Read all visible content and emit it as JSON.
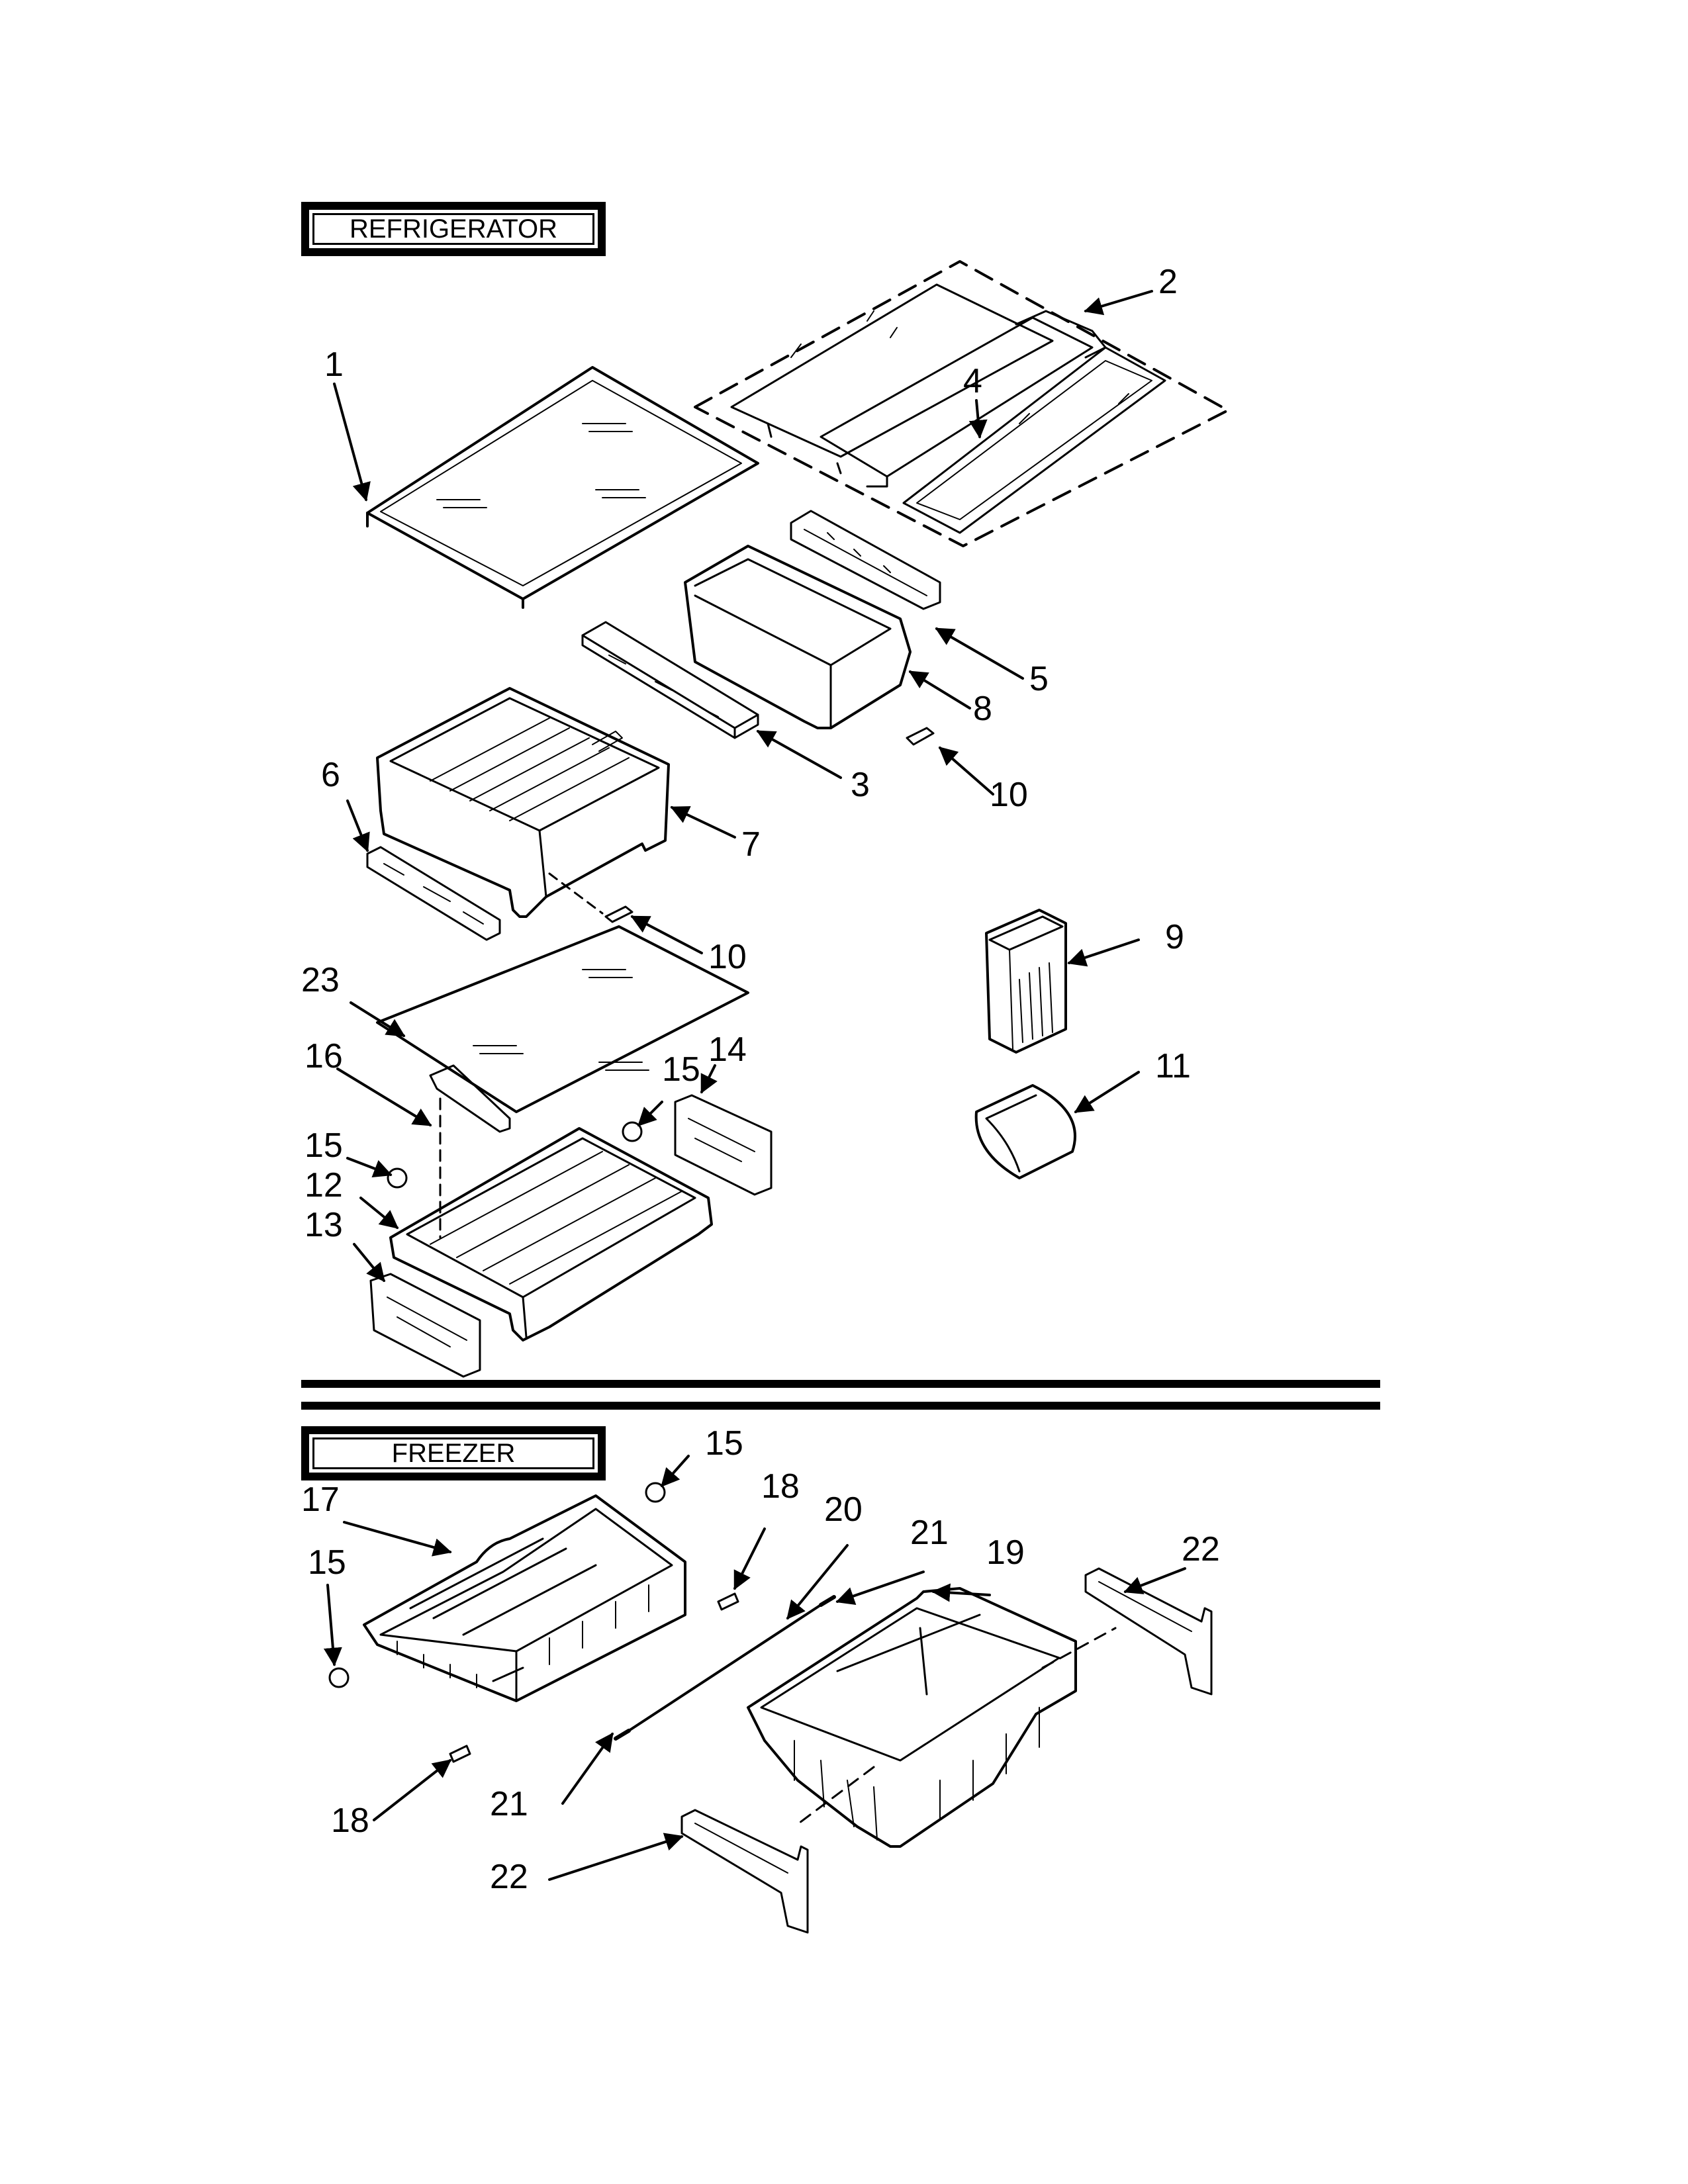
{
  "sections": {
    "refrigerator": "REFRIGERATOR",
    "freezer": "FREEZER"
  },
  "callouts": {
    "c1": "1",
    "c2": "2",
    "c3": "3",
    "c4": "4",
    "c5": "5",
    "c6": "6",
    "c7": "7",
    "c8": "8",
    "c9": "9",
    "c10a": "10",
    "c10b": "10",
    "c11": "11",
    "c12": "12",
    "c13": "13",
    "c14": "14",
    "c15a": "15",
    "c15b": "15",
    "c16": "16",
    "c23": "23",
    "f15a": "15",
    "f15b": "15",
    "f17": "17",
    "f18a": "18",
    "f18b": "18",
    "f19": "19",
    "f20": "20",
    "f21a": "21",
    "f21b": "21",
    "f22a": "22",
    "f22b": "22"
  }
}
